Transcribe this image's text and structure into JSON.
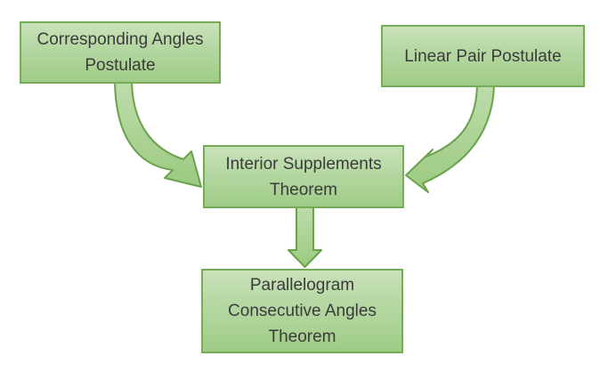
{
  "diagram": {
    "type": "flowchart",
    "background": "#ffffff",
    "nodes": [
      {
        "id": "corresponding-angles-postulate",
        "lines": [
          "Corresponding Angles",
          "Postulate"
        ]
      },
      {
        "id": "linear-pair-postulate",
        "lines": [
          "Linear Pair Postulate"
        ]
      },
      {
        "id": "interior-supplements-theorem",
        "lines": [
          "Interior Supplements",
          "Theorem"
        ]
      },
      {
        "id": "parallelogram-consecutive-angles-theorem",
        "lines": [
          "Parallelogram",
          "Consecutive Angles",
          "Theorem"
        ]
      }
    ],
    "edges": [
      {
        "from": "corresponding-angles-postulate",
        "to": "interior-supplements-theorem",
        "style": "curved-arrow"
      },
      {
        "from": "linear-pair-postulate",
        "to": "interior-supplements-theorem",
        "style": "curved-arrow"
      },
      {
        "from": "interior-supplements-theorem",
        "to": "parallelogram-consecutive-angles-theorem",
        "style": "straight-block-arrow"
      }
    ],
    "colors": {
      "node_fill_top": "#c9e2ba",
      "node_fill_bottom": "#a0cc86",
      "node_border": "#76ab57",
      "arrow_fill_top": "#bddcac",
      "arrow_fill_bottom": "#9cca80",
      "arrow_border": "#69a24b",
      "text": "#3b3b3b",
      "background": "#ffffff"
    }
  }
}
